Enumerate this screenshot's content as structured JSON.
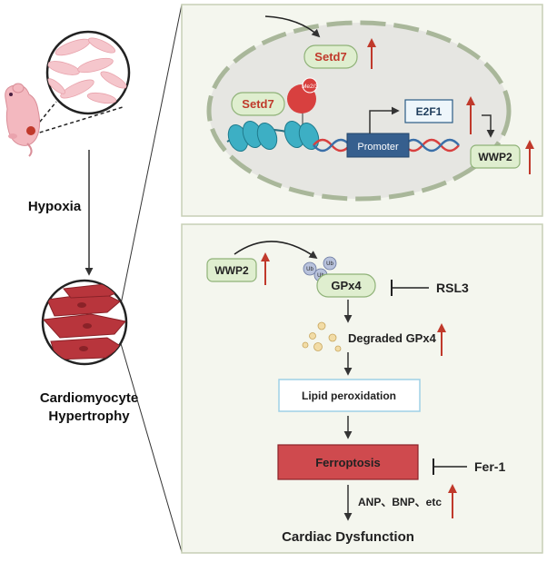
{
  "left": {
    "hypoxia_label": "Hypoxia",
    "outcome_line1": "Cardiomyocyte",
    "outcome_line2": "Hypertrophy"
  },
  "top_panel": {
    "setd7_top": "Setd7",
    "setd7_bound": "Setd7",
    "methyl_mark": "Me2/3",
    "promoter": "Promoter",
    "e2f1": "E2F1",
    "wwp2": "WWP2"
  },
  "bottom_panel": {
    "wwp2": "WWP2",
    "ub": "Ub",
    "gpx4": "GPx4",
    "rsl3": "RSL3",
    "degraded": "Degraded GPx4",
    "lipid": "Lipid peroxidation",
    "ferroptosis": "Ferroptosis",
    "fer1": "Fer-1",
    "markers": "ANP、BNP、etc",
    "dysfunction": "Cardiac Dysfunction"
  },
  "colors": {
    "panel_fill": "#f4f6ee",
    "panel_border": "#c7cfb6",
    "nucleus_fill": "#e6e6e2",
    "nucleus_border": "#a9b79a",
    "green_box": "#dfeecf",
    "green_border": "#8fb278",
    "setd7_text": "#c0392b",
    "up_arrow": "#c0392b",
    "ferroptosis_fill": "#cf4a4e",
    "lipid_border": "#9fd0e6",
    "promoter_fill": "#365f8e",
    "e2f1_fill": "#eef6fb",
    "e2f1_border": "#2b5c86",
    "nucleosome": "#3dafc4",
    "me_circle": "#d8403f",
    "ub_fill": "#b8c2dc"
  }
}
